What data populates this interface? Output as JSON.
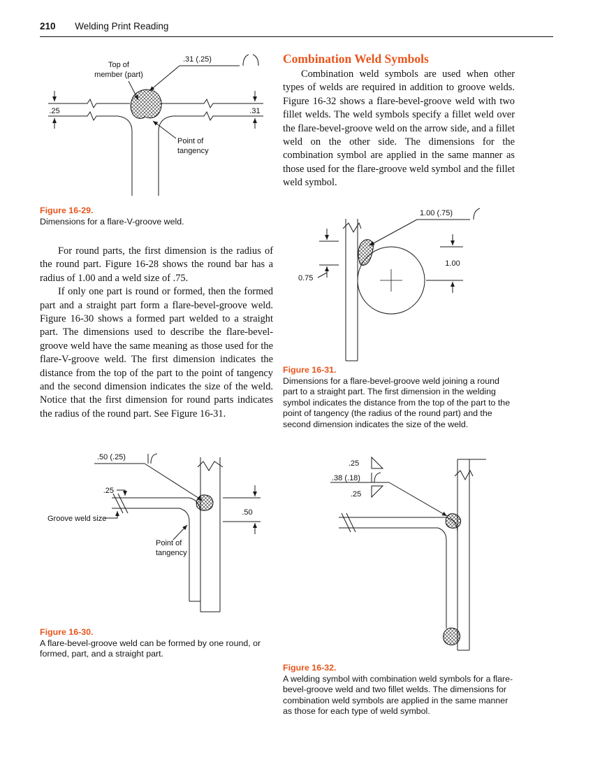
{
  "header": {
    "page_number": "210",
    "book_title": "Welding Print Reading"
  },
  "colors": {
    "accent": "#e8551c"
  },
  "left_column": {
    "figure29": {
      "weld_note": ".31 (.25)",
      "label_top_member_1": "Top of",
      "label_top_member_2": "member (part)",
      "dim_left": ".25",
      "dim_right": ".31",
      "label_tangency_1": "Point of",
      "label_tangency_2": "tangency",
      "caption_title": "Figure 16-29.",
      "caption_text": "Dimensions for a flare-V-groove weld."
    },
    "paragraph1": "For round parts, the first dimension is the radius of the round part. Figure 16-28 shows the round bar has a radius of 1.00 and a weld size of .75.",
    "paragraph2": "If only one part is round or formed, then the formed part and a straight part form a flare-bevel-groove weld. Figure 16-30 shows a formed part welded to a straight part. The dimensions used to describe the flare-bevel-groove weld have the same meaning as those used for the flare-V-groove weld. The first dimension indicates the distance from the top of the part to the point of tangency and the second dimension indicates the size of the weld. Notice that the first dimension for round parts indicates the radius of the round part. See Figure 16-31.",
    "figure30": {
      "weld_note": ".50 (.25)",
      "dim_top": ".25",
      "label_groove": "Groove weld size",
      "dim_right": ".50",
      "label_tangency_1": "Point of",
      "label_tangency_2": "tangency",
      "caption_title": "Figure 16-30.",
      "caption_text": "A flare-bevel-groove weld can be formed by one round, or formed, part, and a straight part."
    }
  },
  "right_column": {
    "section_heading": "Combination Weld Symbols",
    "paragraph1": "Combination weld symbols are used when other types of welds are required in addition to groove welds. Figure 16-32 shows a flare-bevel-groove weld with two fillet welds. The weld symbols specify a fillet weld over the flare-bevel-groove weld on the arrow side, and a fillet weld on the other side. The dimensions for the combination symbol are applied in the same manner as those used for the flare-groove weld symbol and the fillet weld symbol.",
    "figure31": {
      "weld_note": "1.00 (.75)",
      "dim_right": "1.00",
      "dim_left": "0.75",
      "caption_title": "Figure 16-31.",
      "caption_text": "Dimensions for a flare-bevel-groove weld joining a round part to a straight part. The first dimension in the welding symbol indicates the distance from the top of the part to the point of tangency (the radius of the round part) and the second dimension indicates the size of the weld."
    },
    "figure32": {
      "dim_fillet_other": ".25",
      "dim_flare": ".38 (.18)",
      "dim_fillet_arrow": ".25",
      "caption_title": "Figure 16-32.",
      "caption_text": "A welding symbol with combination weld symbols for a flare-bevel-groove weld and two fillet welds. The dimensions for combination weld symbols are applied in the same manner as those for each type of weld symbol."
    }
  }
}
